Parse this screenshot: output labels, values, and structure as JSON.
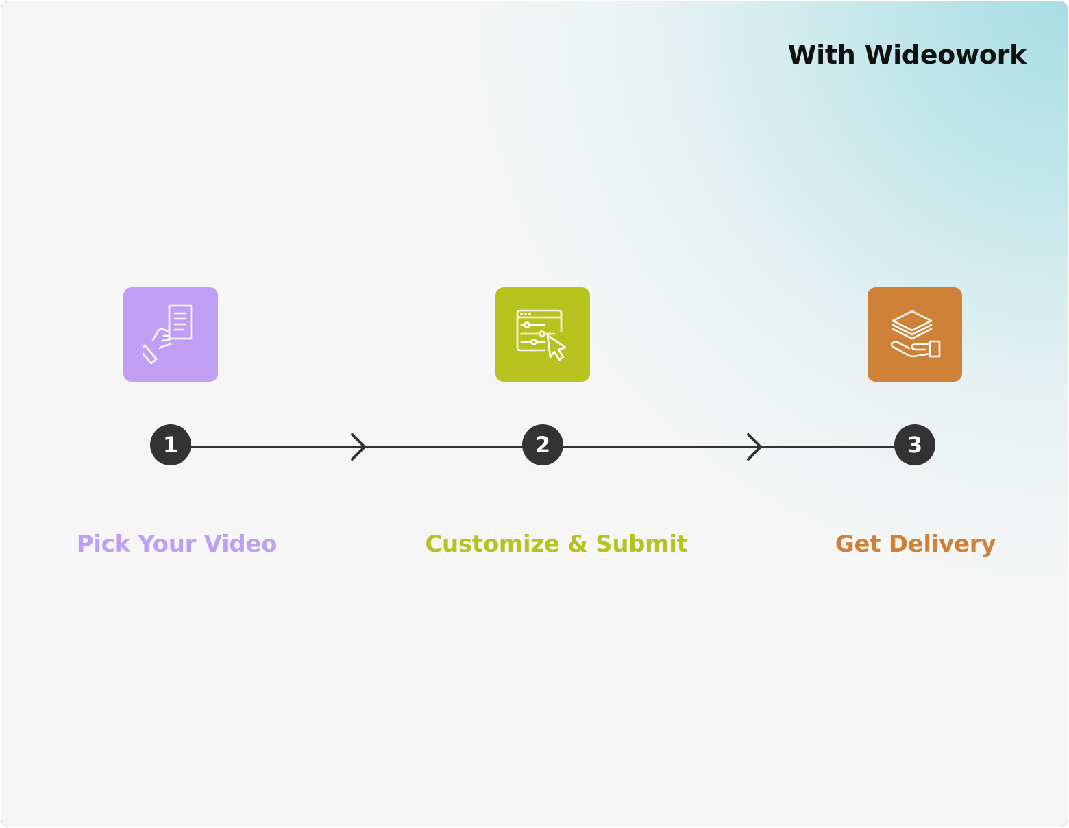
{
  "heading": "With Wideowork",
  "steps": [
    {
      "number": "1",
      "label": "Pick Your Video",
      "color": "#c09ef3",
      "icon": "hand-document-icon"
    },
    {
      "number": "2",
      "label": "Customize & Submit",
      "color": "#b8c21e",
      "icon": "settings-window-cursor-icon"
    },
    {
      "number": "3",
      "label": "Get Delivery",
      "color": "#ce8137",
      "icon": "hand-layers-icon"
    }
  ],
  "connectors": [
    "arrow-right-icon",
    "arrow-right-icon"
  ]
}
